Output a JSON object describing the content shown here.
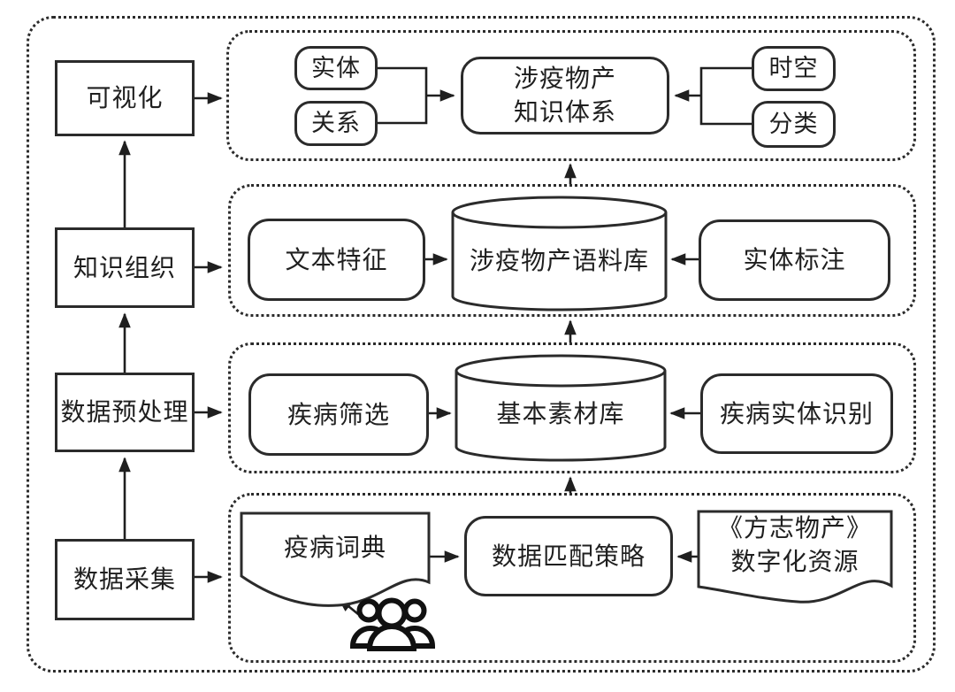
{
  "colors": {
    "ink": "#1f1f1f",
    "background": "#ffffff"
  },
  "stages": [
    {
      "label": "可视化"
    },
    {
      "label": "知识组织"
    },
    {
      "label": "数据预处理"
    },
    {
      "label": "数据采集"
    }
  ],
  "knowledge_layer": {
    "entity": "实体",
    "relation": "关系",
    "system": "涉疫物产\n知识体系",
    "spacetime": "时空",
    "category": "分类"
  },
  "corpus_layer": {
    "text_feature": "文本特征",
    "corpus": "涉疫物产语料库",
    "entity_annotation": "实体标注"
  },
  "material_layer": {
    "disease_screening": "疾病筛选",
    "material_db": "基本素材库",
    "disease_ner": "疾病实体识别"
  },
  "collection_layer": {
    "dictionary": "疫病词典",
    "matching": "数据匹配策略",
    "resource": "《方志物产》\n数字化资源"
  }
}
